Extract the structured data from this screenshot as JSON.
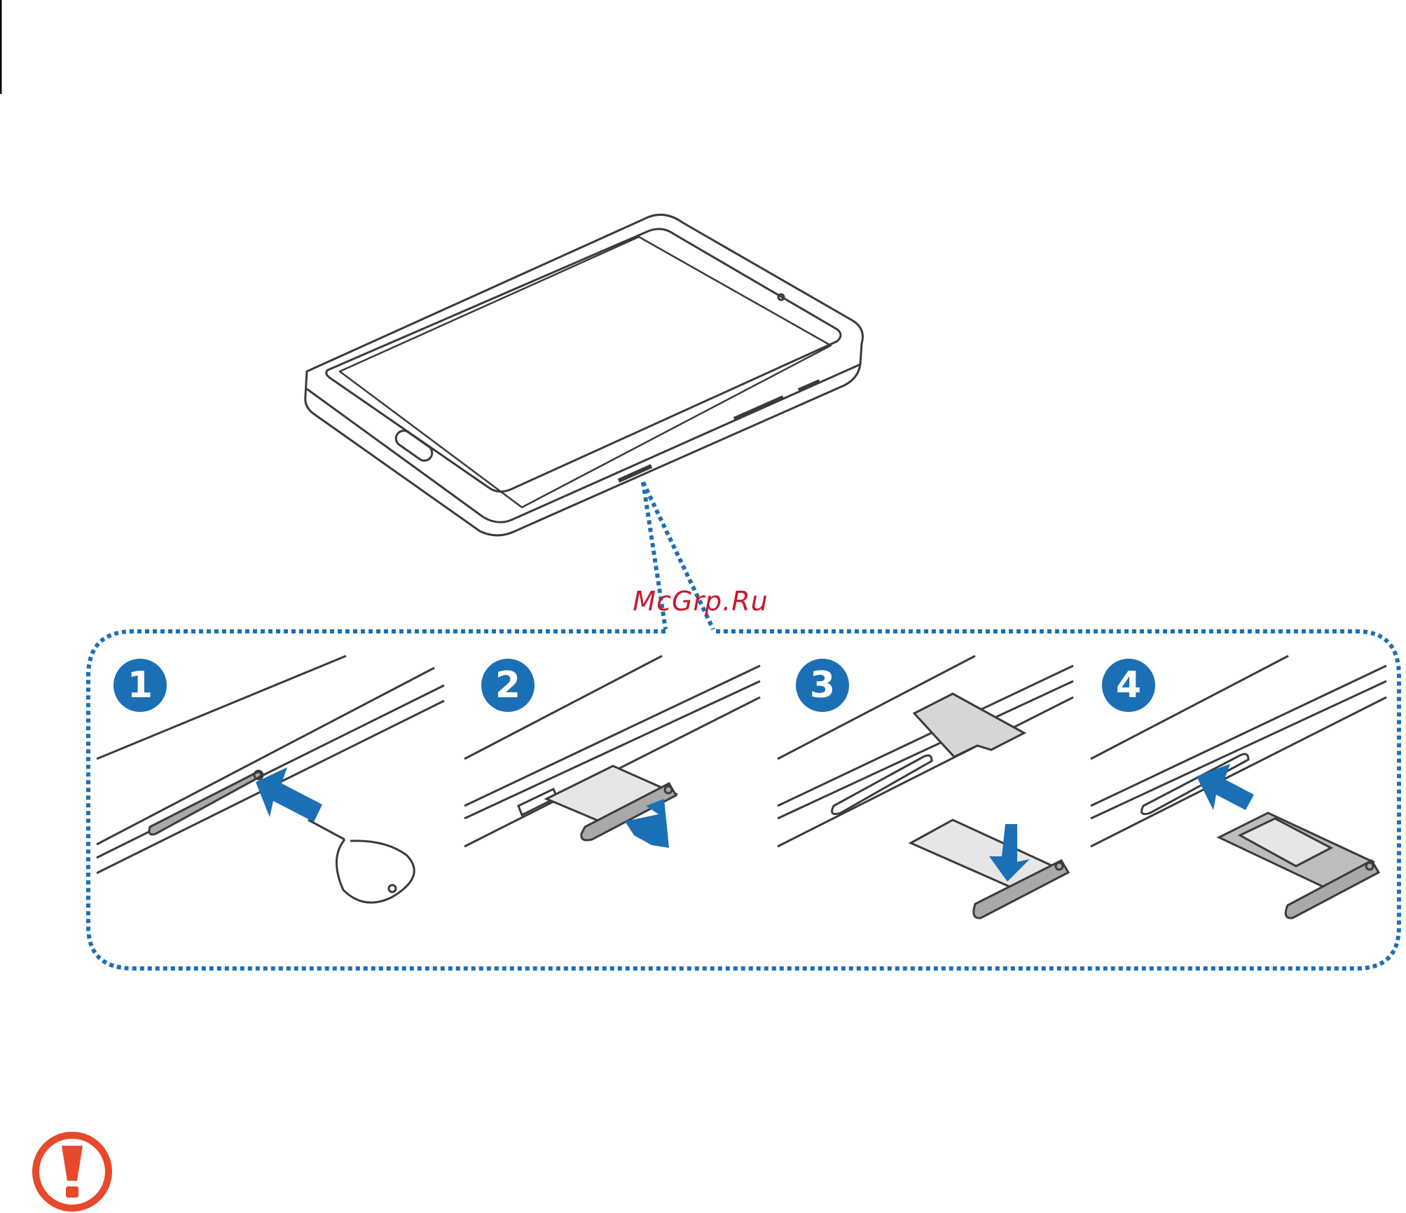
{
  "watermark": "McGrp.Ru",
  "steps": [
    {
      "number": "1"
    },
    {
      "number": "2"
    },
    {
      "number": "3"
    },
    {
      "number": "4"
    }
  ],
  "colors": {
    "accent_blue": "#1b6fb5",
    "line": "#3a3a3a",
    "tray_gray": "#a9a9a9",
    "watermark_red": "#c8192e",
    "caution_orange": "#e8482b"
  },
  "icons": {
    "caution": "caution-exclamation-icon"
  }
}
